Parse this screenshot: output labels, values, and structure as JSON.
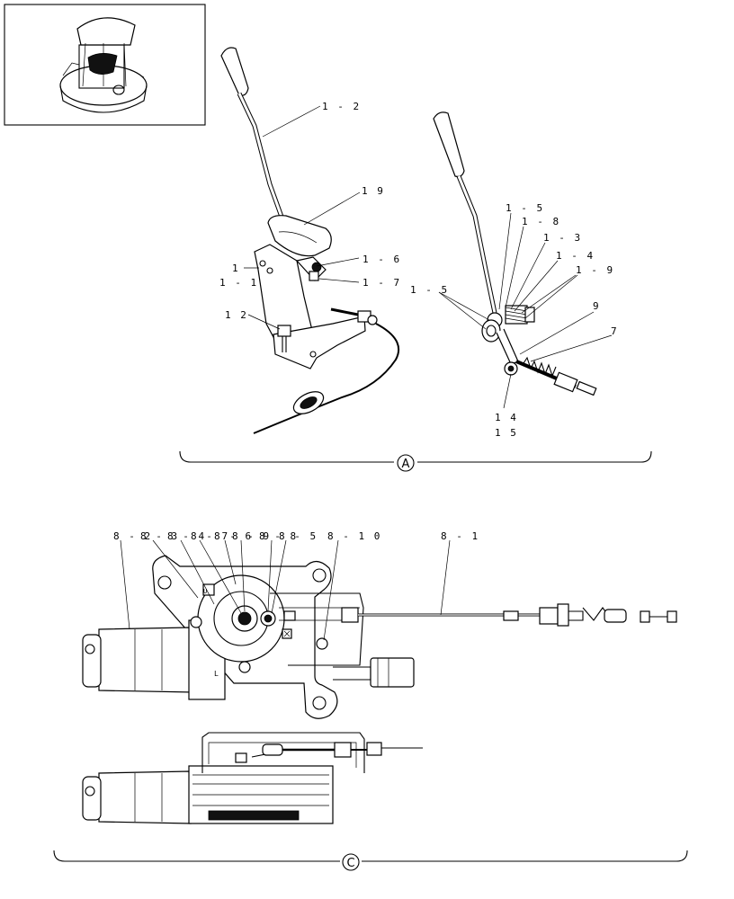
{
  "labels": {
    "l1_2": "1 - 2",
    "l19": "1 9",
    "l1_6": "1 - 6",
    "l1": "1",
    "l1_1": "1 - 1",
    "l1_7": "1 - 7",
    "l12": "1 2",
    "r1_5a": "1 - 5",
    "r1_8": "1 - 8",
    "r1_3": "1 - 3",
    "r1_4": "1 - 4",
    "r1_9": "1 - 9",
    "r1_5b": "1 - 5",
    "r9": "9",
    "r7": "7",
    "r14": "1 4",
    "r15": "1 5",
    "c8_2": "8 - 2",
    "c8_3": "8 - 3",
    "c8_4": "8 - 4",
    "c8_7": "8 - 7",
    "c8_6": "8 - 6",
    "c8_9": "8 - 9",
    "c8_8": "8 - 8",
    "c8_5": "8 - 5",
    "c8_10": "8 - 1 0",
    "c8_1": "8 - 1"
  },
  "sections": {
    "a": "A",
    "c": "C"
  },
  "motor_marks": {
    "u": "U",
    "l": "L"
  }
}
